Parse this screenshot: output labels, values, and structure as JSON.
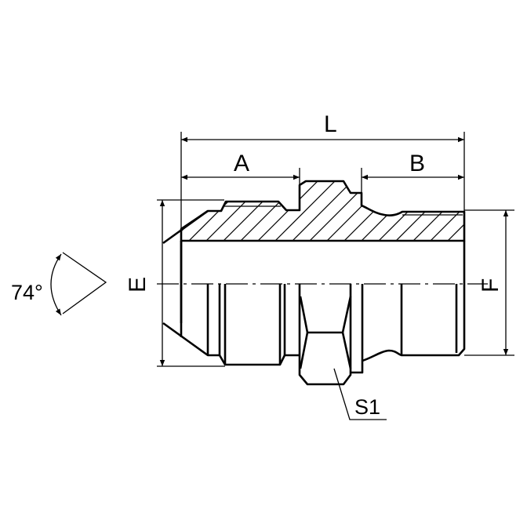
{
  "dimensions": {
    "overall_length": "L",
    "left_thread_length": "A",
    "right_thread_length": "B",
    "left_thread_size": "E",
    "right_thread_size": "F",
    "cone_angle": "74°",
    "hex_size": "S1"
  },
  "colors": {
    "line": "#000000",
    "background": "#ffffff"
  }
}
